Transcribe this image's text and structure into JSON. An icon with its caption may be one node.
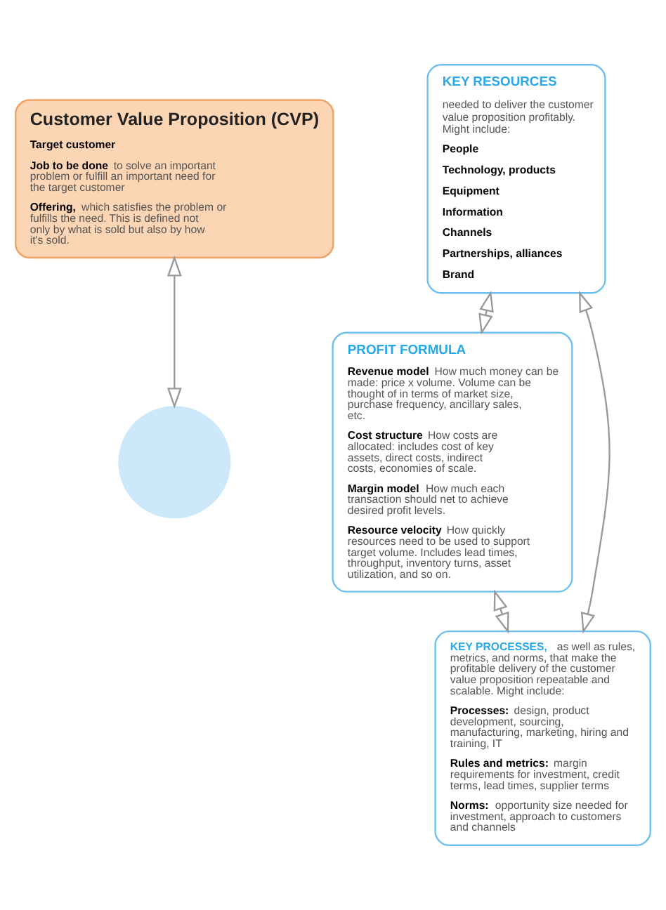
{
  "diagram": {
    "nodes": [
      {
        "text": [
          "Customer Value Proposition (CVP)",
          "**Target customer**",
          "**Job to be done** to solve an important problem or fulfill an important need for the target customer",
          "**Offering,** which satisfies the problem or fulfills the need. This is defined not only by what is sold but also by how it's sold."
        ]
      },
      {
        "text": [],
        "shape": "circle"
      },
      {
        "text": [
          "PROFIT FORMULA",
          "**Revenue model** How much money can be made: price x volume. Volume can be thought of in terms of market size, purchase frequency, ancillary sales, etc.",
          "**Cost structure** How costs are allocated: includes cost of key assets, direct costs, indirect costs, economies of scale.",
          "**Margin model** How much each transaction should net to achieve desired profit levels.",
          "**Resource velocity** How quickly resources need to be used to support target volume. Includes lead times, throughput, inventory turns, asset utilization, and so on."
        ]
      },
      {
        "text": [
          "KEY RESOURCES",
          "needed to deliver the customer value proposition profitably. Might include:",
          "**People**",
          "**Technology, products**",
          "**Equipment**",
          "**Information**",
          "**Channels**",
          "**Partnerships, alliances**",
          "**Brand**"
        ]
      },
      {
        "text": [
          "**KEY PROCESSES,** as well as rules, metrics, and norms, that make the profitable delivery of the customer value proposition repeatable and scalable. Might include:",
          "**Processes:** design, product development, sourcing, manufacturing, marketing, hiring and training, IT",
          "**Rules and metrics:** margin requirements for investment, credit terms, lead times, supplier terms",
          "**Norms:** opportunity size needed for investment, approach to customers and channels"
        ]
      }
    ],
    "edges": [
      {
        "from": 0,
        "to": 1,
        "arrow": "both"
      },
      {
        "from": 3,
        "to": 2,
        "arrow": "both"
      },
      {
        "from": 2,
        "to": 4,
        "arrow": "both"
      },
      {
        "from": 3,
        "to": 4,
        "arrow": "both"
      }
    ]
  }
}
